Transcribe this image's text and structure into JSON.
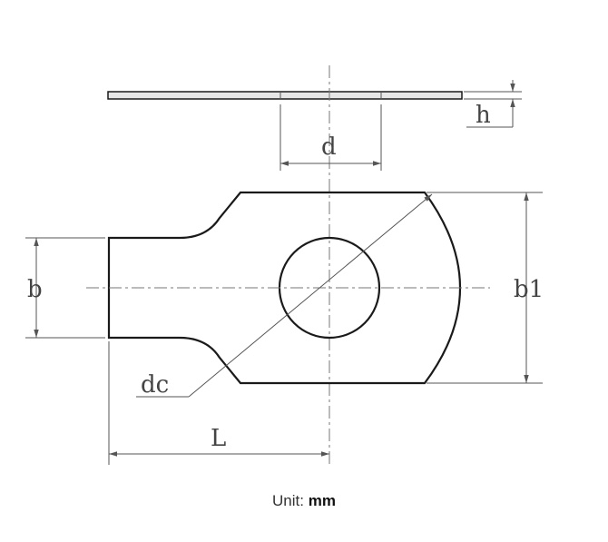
{
  "labels": {
    "h": "h",
    "d": "d",
    "b": "b",
    "b1": "b1",
    "dc": "dc",
    "L": "L"
  },
  "unit": {
    "prefix": "Unit:",
    "value": "mm"
  }
}
